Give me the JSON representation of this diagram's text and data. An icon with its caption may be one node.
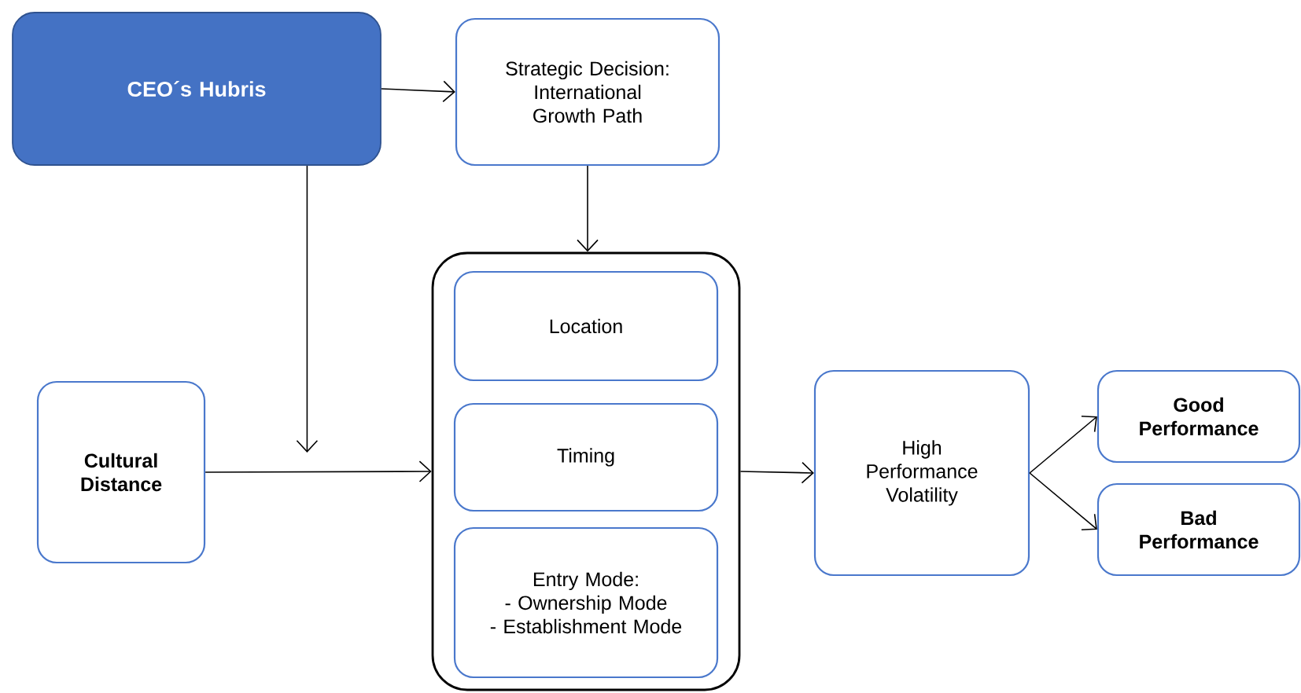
{
  "diagram": {
    "nodes": [
      {
        "text": [
          "CEO´s Hubris"
        ]
      },
      {
        "text": [
          "Strategic Decision: International Growth Path"
        ]
      },
      {
        "text": [],
        "shape": "box"
      },
      {
        "text": [
          "Location"
        ],
        "in": 2
      },
      {
        "text": [
          "Timing"
        ],
        "in": 2
      },
      {
        "text": [
          "Entry Mode:",
          "- Ownership Mode",
          "- Establishment Mode"
        ],
        "in": 2
      },
      {
        "text": [
          "Cultural Distance"
        ]
      },
      {
        "text": [
          "High Performance Volatility"
        ]
      },
      {
        "text": [
          "Good Performance"
        ]
      },
      {
        "text": [
          "Bad Performance"
        ]
      }
    ],
    "edges": [
      {
        "from": 0,
        "to": 1,
        "arrow": "to"
      },
      {
        "from": 0,
        "to": null,
        "arrow": "to"
      },
      {
        "from": 1,
        "to": 2,
        "arrow": "to"
      },
      {
        "from": 6,
        "to": 2,
        "arrow": "to"
      },
      {
        "from": 2,
        "to": 7,
        "arrow": "to"
      },
      {
        "from": 7,
        "to": 8,
        "arrow": "to"
      },
      {
        "from": 7,
        "to": 9,
        "arrow": "to"
      }
    ]
  }
}
